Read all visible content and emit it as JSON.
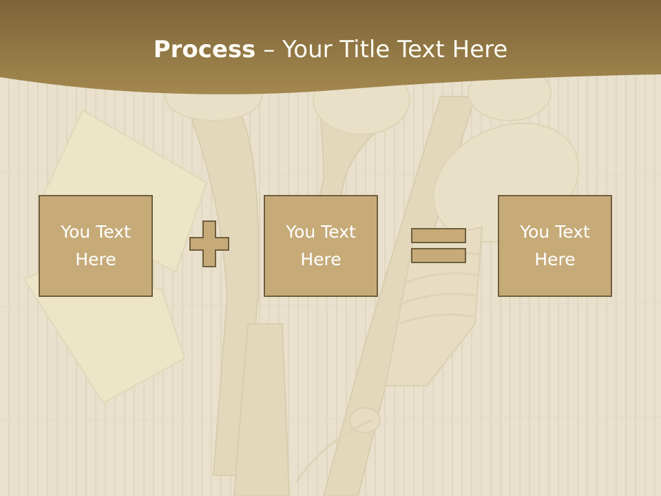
{
  "slide": {
    "title_bold": "Process",
    "title_rest": " – Your Title Text Here",
    "boxes": [
      {
        "line1": "You Text",
        "line2": "Here"
      },
      {
        "line1": "You Text",
        "line2": "Here"
      },
      {
        "line1": "You Text",
        "line2": "Here"
      }
    ],
    "operators": [
      "plus-icon",
      "equals-icon"
    ],
    "colors": {
      "header": "#8f7443",
      "box_fill": "#c6ab79",
      "box_border": "#6e5d3c",
      "text": "#ffffff",
      "background": "#e9e2cf"
    }
  }
}
